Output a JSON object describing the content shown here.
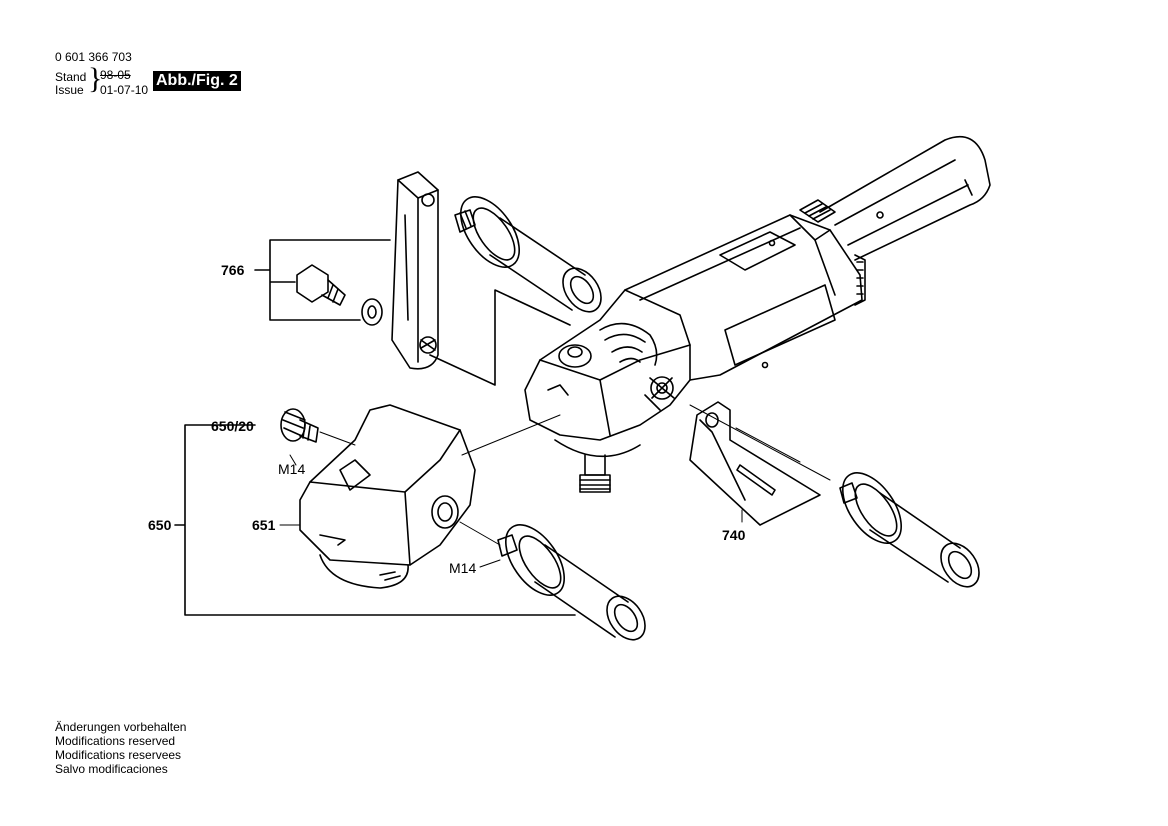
{
  "header": {
    "part_number": "0 601 366 703",
    "stand_label": "Stand",
    "issue_label": "Issue",
    "stand_date": "98-05",
    "issue_date": "01-07-10",
    "figure_badge": "Abb./Fig. 2"
  },
  "callouts": {
    "c766": "766",
    "c650_20": "650/20",
    "c650": "650",
    "c651": "651",
    "m14_upper": "M14",
    "m14_lower": "M14",
    "c740": "740"
  },
  "footer": {
    "lines": [
      "Änderungen vorbehalten",
      "Modifications reserved",
      "Modifications reservees",
      "Salvo modificaciones"
    ]
  }
}
